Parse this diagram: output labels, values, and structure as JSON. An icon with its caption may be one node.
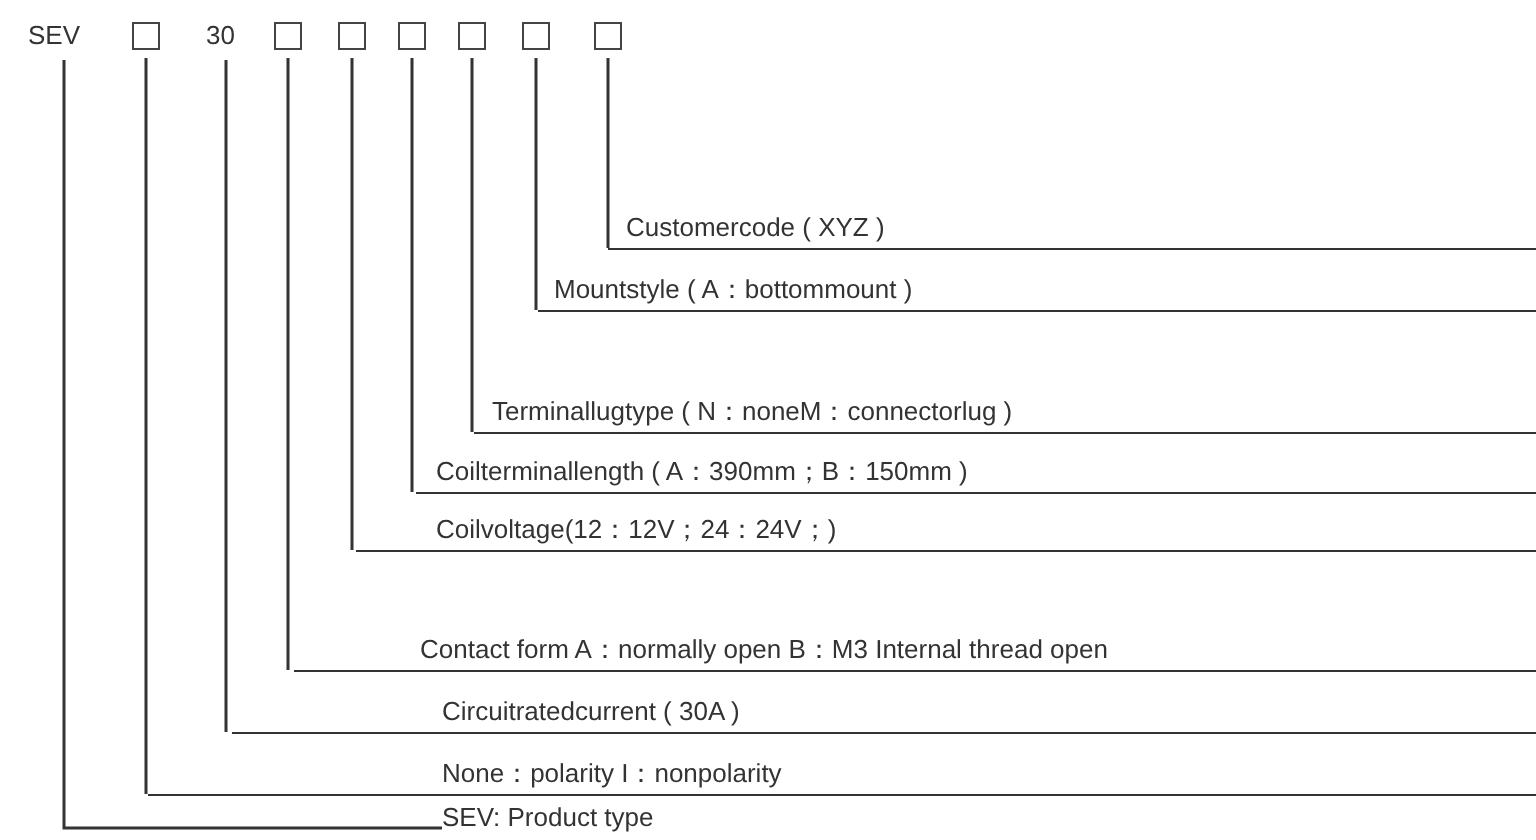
{
  "diagram": {
    "nodes": [
      {
        "text": [
          "SEV"
        ]
      },
      {
        "text": [],
        "shape": "box"
      },
      {
        "text": [
          "30"
        ]
      },
      {
        "text": [],
        "shape": "box"
      },
      {
        "text": [],
        "shape": "box"
      },
      {
        "text": [],
        "shape": "box"
      },
      {
        "text": [],
        "shape": "box"
      },
      {
        "text": [],
        "shape": "box"
      },
      {
        "text": [],
        "shape": "box"
      },
      {
        "text": [
          "Customercode ( XYZ )"
        ]
      },
      {
        "text": [
          "Mountstyle ( A：bottommount )"
        ]
      },
      {
        "text": [
          "Terminallugtype ( N：noneM：connectorlug )"
        ]
      },
      {
        "text": [
          "Coilterminallength ( A：390mm；B：150mm )"
        ]
      },
      {
        "text": [
          "Coilvoltage(12：12V；24：24V；)"
        ]
      },
      {
        "text": [
          "Contact form  A：normally open B：M3 Internal thread open"
        ]
      },
      {
        "text": [
          "Circuitratedcurrent ( 30A )"
        ]
      },
      {
        "text": [
          "None：polarity  I：nonpolarity"
        ]
      },
      {
        "text": [
          "SEV: Product type"
        ]
      }
    ],
    "edges": [
      {
        "from": 8,
        "to": 9,
        "arrow": "none"
      },
      {
        "from": 7,
        "to": 10,
        "arrow": "none"
      },
      {
        "from": 6,
        "to": 11,
        "arrow": "none"
      },
      {
        "from": 5,
        "to": 12,
        "arrow": "none"
      },
      {
        "from": 4,
        "to": 13,
        "arrow": "none"
      },
      {
        "from": 3,
        "to": 14,
        "arrow": "none"
      },
      {
        "from": 2,
        "to": 15,
        "arrow": "none"
      },
      {
        "from": 1,
        "to": 16,
        "arrow": "none"
      },
      {
        "from": 0,
        "to": 17,
        "arrow": "none"
      }
    ]
  }
}
